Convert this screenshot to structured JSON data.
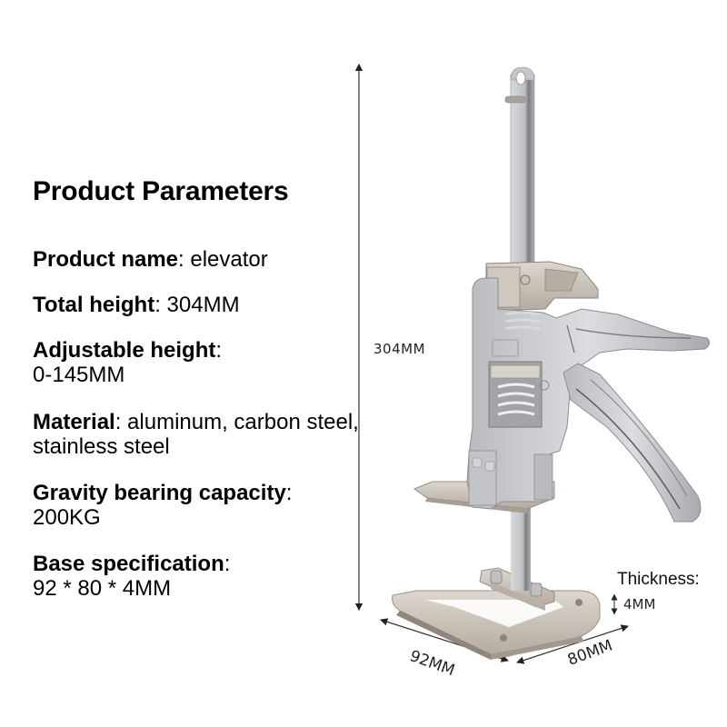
{
  "heading": "Product Parameters",
  "parameters": [
    {
      "label": "Product name",
      "value": "elevator",
      "wrap": false
    },
    {
      "label": "Total height",
      "value": "304MM",
      "wrap": false
    },
    {
      "label": "Adjustable height",
      "value": "0-145MM",
      "wrap": true
    },
    {
      "label": "Material",
      "value": "aluminum, carbon steel, stainless steel",
      "wrap": false
    },
    {
      "label": "Gravity bearing capacity",
      "value": "200KG",
      "wrap": true
    },
    {
      "label": "Base specification",
      "value": "92 * 80 * 4MM",
      "wrap": true
    }
  ],
  "separator": ":",
  "dimensions": {
    "total_height": "304MM",
    "thickness_label": "Thickness:",
    "thickness_value": "4MM",
    "base_length": "92MM",
    "base_width": "80MM"
  },
  "product_image": {
    "subject": "hand-lever door/board lifting jack (elevator)",
    "colors": {
      "aluminum": "#c9cacc",
      "aluminum_dark": "#9a9b9e",
      "steel": "#d6cfc6",
      "steel_dark": "#a79e94"
    }
  }
}
